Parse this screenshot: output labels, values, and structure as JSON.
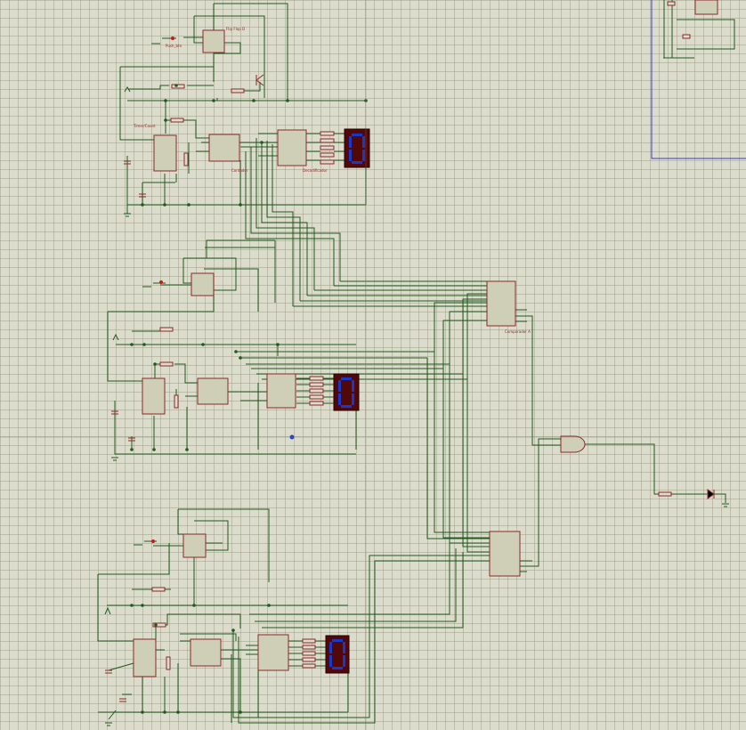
{
  "schematic": {
    "title": "",
    "background_color": "#dcdccc",
    "wire_color": "#1f5a1f",
    "component_color": "#8a2a2a",
    "display_color": "#1838c8"
  },
  "labels": {
    "flip_flop": "Flip Flop D",
    "pushbutton": "Push_btn",
    "timer": "Timer/Count",
    "counter": "Contador",
    "decoder": "Decodificador",
    "comparator": "Comparador A"
  },
  "displays": [
    {
      "digit": "0"
    },
    {
      "digit": "0"
    },
    {
      "digit": "0"
    }
  ]
}
